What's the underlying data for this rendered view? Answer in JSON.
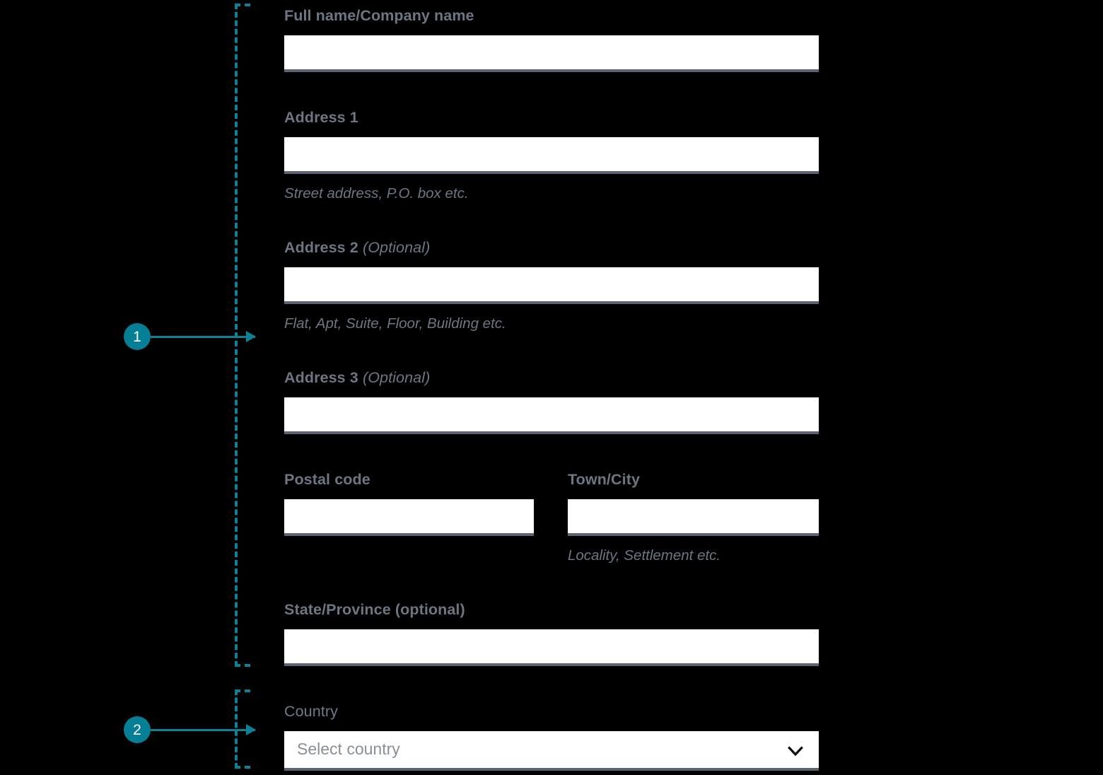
{
  "theme": {
    "background": "#000000",
    "accent_teal": "#0b8296",
    "badge_fill": "#047f95",
    "label_color": "#6d7683",
    "input_background": "#ffffff",
    "input_underline": "#5b6472",
    "placeholder_color": "#8a8f96"
  },
  "annotations": [
    {
      "number": "1",
      "icon": "arrow-right-icon"
    },
    {
      "number": "2",
      "icon": "arrow-right-icon"
    }
  ],
  "form": {
    "fields": [
      {
        "id": "full-name",
        "label": "Full name/Company name",
        "optional_suffix": "",
        "value": "",
        "placeholder": "",
        "hint": ""
      },
      {
        "id": "address-1",
        "label": "Address 1",
        "optional_suffix": "",
        "value": "",
        "placeholder": "",
        "hint": "Street address, P.O. box etc."
      },
      {
        "id": "address-2",
        "label": "Address 2",
        "optional_suffix": "(Optional)",
        "value": "",
        "placeholder": "",
        "hint": "Flat, Apt, Suite, Floor, Building etc."
      },
      {
        "id": "address-3",
        "label": "Address 3",
        "optional_suffix": "(Optional)",
        "value": "",
        "placeholder": "",
        "hint": ""
      },
      {
        "id": "postal-code",
        "label": "Postal code",
        "optional_suffix": "",
        "value": "",
        "placeholder": "",
        "hint": ""
      },
      {
        "id": "town-city",
        "label": "Town/City",
        "optional_suffix": "",
        "value": "",
        "placeholder": "",
        "hint": "Locality, Settlement etc."
      },
      {
        "id": "state-province",
        "label": "State/Province (optional)",
        "optional_suffix": "",
        "value": "",
        "placeholder": "",
        "hint": ""
      },
      {
        "id": "country",
        "label": "Country",
        "optional_suffix": "",
        "value": "",
        "placeholder": "Select country",
        "hint": "",
        "control": "select",
        "chevron_icon": "chevron-down-icon"
      }
    ]
  }
}
